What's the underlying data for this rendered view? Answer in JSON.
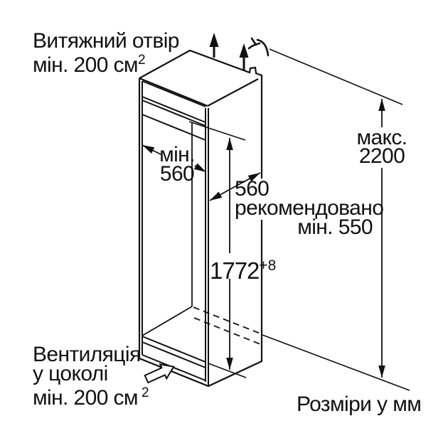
{
  "colors": {
    "line": "#111111",
    "background": "#ffffff"
  },
  "labels": {
    "exhaust": {
      "line1": "Витяжний отвір",
      "line2": "мін. 200 см",
      "sup": "2"
    },
    "max_height": {
      "line1": "макс.",
      "line2": "2200"
    },
    "niche_width": {
      "line1": "мін.",
      "line2": "560"
    },
    "niche_height": {
      "value": "1772",
      "tolerance": "+8"
    },
    "depth": {
      "line1": "560",
      "line2": "рекомендовано",
      "line3": "мін. 550"
    },
    "plinth_vent": {
      "line1": "Вентиляція",
      "line2": "у цоколі",
      "line3": "мін. 200 см",
      "sup": "2"
    },
    "units_note": "Розміри у мм"
  },
  "icons": {
    "top_arrows": "two solid up arrows (exhaust air flow)",
    "branch": "small twig symbol",
    "plinth_arrow": "hollow block arrow (air inlet at plinth)"
  }
}
